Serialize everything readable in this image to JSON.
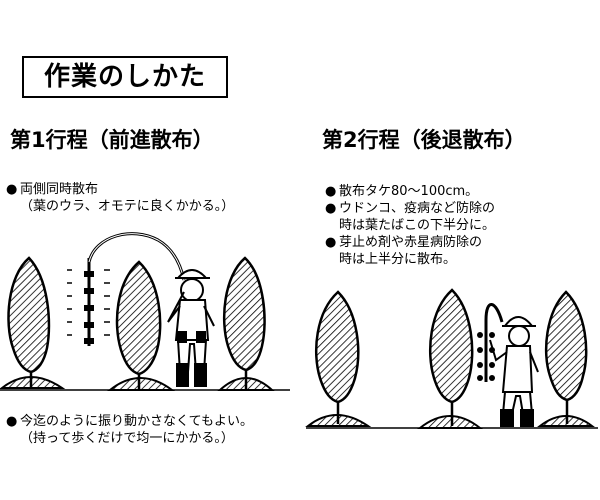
{
  "heading": "作業のしかた",
  "step1": {
    "title": "第1行程（前進散布）",
    "notes": [
      {
        "bullet": "●",
        "line1": "両側同時散布",
        "line2": "（葉のウラ、オモテに良くかかる。）"
      }
    ],
    "bottom_note": {
      "bullet": "●",
      "line1": "今迄のように振り動かさなくてもよい。",
      "line2": "（持って歩くだけで均一にかかる。）"
    }
  },
  "step2": {
    "title": "第2行程（後退散布）",
    "notes": [
      {
        "bullet": "●",
        "line1": "散布タケ80～100cm。"
      },
      {
        "bullet": "●",
        "line1": "ウドンコ、疫病など防除の",
        "line2": "時は葉たばこの下半分に。"
      },
      {
        "bullet": "●",
        "line1": "芽止め剤や赤星病防除の",
        "line2": "時は上半分に散布。"
      }
    ]
  }
}
